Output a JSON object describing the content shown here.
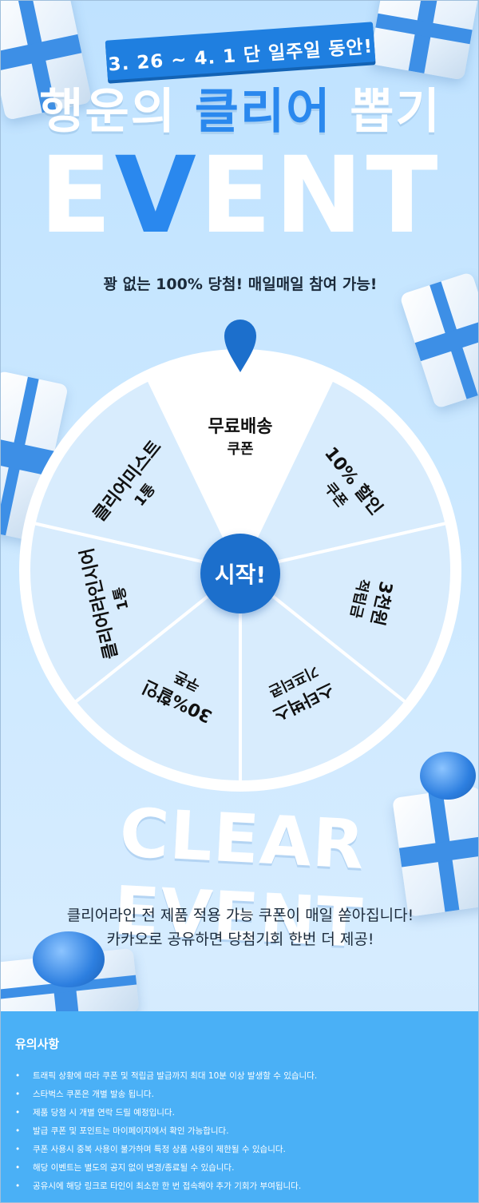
{
  "banner": {
    "text": "3. 26 ~ 4. 1 단 일주일 동안!"
  },
  "headline": {
    "part1": "행운의 ",
    "part2": "클리어",
    "part3": " 뽑기"
  },
  "event_title": {
    "e1": "E",
    "v": "V",
    "rest": "ENT"
  },
  "subline": "꽝 없는 100% 당첨! 매일매일 참여 가능!",
  "wheel": {
    "start_label": "시작!",
    "slices": [
      {
        "line1": "무료배송",
        "line2": "쿠폰"
      },
      {
        "line1": "10% 할인",
        "line2": "쿠폰"
      },
      {
        "line1": "3천원",
        "line2": "적립금"
      },
      {
        "line1": "스타벅스",
        "line2": "기프티콘"
      },
      {
        "line1": "30%할인",
        "line2": "쿠폰"
      },
      {
        "line1": "클리어라인시어",
        "line2": "1통"
      },
      {
        "line1": "클리어미스트",
        "line2": "1통"
      }
    ],
    "colors": {
      "selected": "#ffffff",
      "normal": "#d8ecfd",
      "rim": "#ffffff",
      "start": "#1c6fcc",
      "pointer": "#1c6fcc"
    }
  },
  "clear_event": "CLEAR EVENT",
  "description": {
    "line1": "클리어라인 전 제품 적용 가능 쿠폰이 매일 쏟아집니다!",
    "line2": "카카오로 공유하면 당첨기회 한번 더 제공!"
  },
  "notice": {
    "title": "유의사항",
    "items": [
      "트래픽 상황에 따라 쿠폰 및 적립금 발급까지 최대 10분 이상 발생할 수 있습니다.",
      "스타벅스 쿠폰은 개별 발송 됩니다.",
      "제품 당첨 시 개별 연락 드릴 예정입니다.",
      "발급 쿠폰 및 포인트는 마이페이지에서 확인 가능합니다.",
      "쿠폰 사용시 중복 사용이 불가하며 특정 상품 사용이 제한될 수 있습니다.",
      "해당 이벤트는 별도의 공지 없이 변경/종료될 수 있습니다.",
      "공유시에 해당 링크로 타인이 최소한 한 번 접속해야 추가 기회가 부여됩니다."
    ]
  },
  "icons": {
    "gift": "gift-box-icon",
    "pointer": "map-pin-icon"
  }
}
